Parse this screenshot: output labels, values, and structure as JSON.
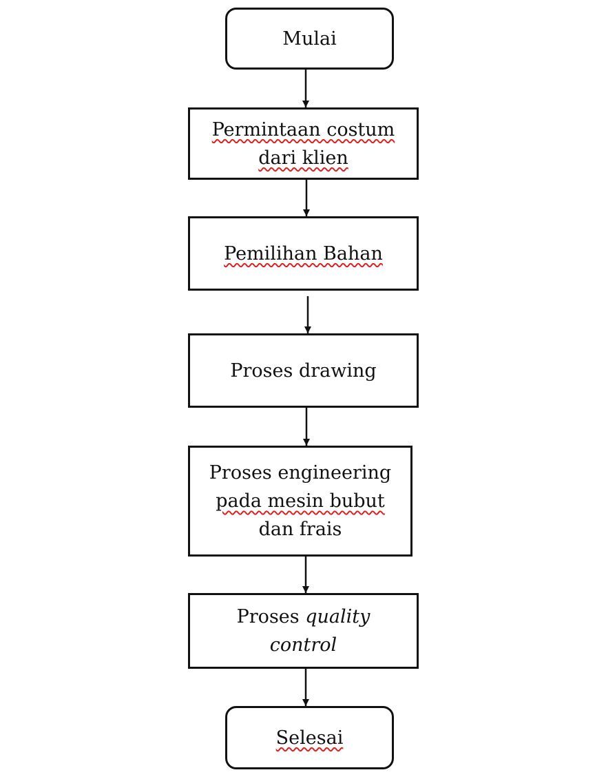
{
  "flowchart": {
    "start": "Mulai",
    "step1": {
      "line1": "Permintaan costum",
      "line2": "dari klien"
    },
    "step2": "Pemilihan Bahan",
    "step3": "Proses drawing",
    "step4": {
      "line1": "Proses engineering",
      "line2": "pada mesin bubut",
      "line3": "dan frais"
    },
    "step5": {
      "word": "Proses",
      "emphasis_line1": "quality",
      "emphasis_line2": "control"
    },
    "end": "Selesai"
  },
  "colors": {
    "stroke": "#111111",
    "spellcheck_underline": "#e0201e"
  }
}
